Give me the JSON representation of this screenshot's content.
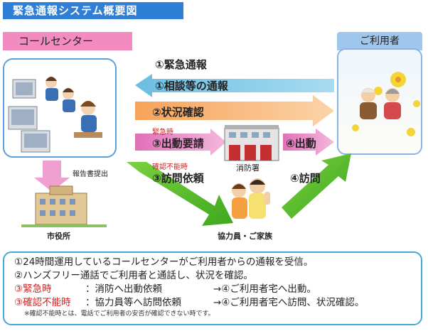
{
  "title": "緊急通報システム概要図",
  "nodes": {
    "call_center": "コールセンター",
    "user": "ご利用者",
    "fire_station": "消防署",
    "city_hall": "市役所",
    "helpers": "協力員・ご家族"
  },
  "arrows": {
    "a1_emergency": "①緊急通報",
    "a1_consult": "①相談等の通報",
    "a2_check": "②状況確認",
    "a3_dispatch": "③出動要請",
    "a3_dispatch_tag": "緊急時",
    "a4_dispatch": "④出動",
    "a3_visit": "③訪問依頼",
    "a3_visit_tag": "確認不能時",
    "a4_visit": "④訪問",
    "report": "報告書提出"
  },
  "steps": {
    "s1": "①24時間運用しているコールセンターがご利用者からの通報を受信。",
    "s2": "②ハンズフリー通話でご利用者と通話し、状況を確認。",
    "s3_tag": "③緊急時",
    "s3_a": "：消防へ出動依頼",
    "s3_b": "→④ご利用者宅へ出動。",
    "s4_tag": "③確認不能時",
    "s4_a": "：協力員等へ訪問依頼",
    "s4_b": "→④ご利用者宅へ訪問、状況確認。",
    "note": "※確認不能時とは、電話でご利用者の安否が確認できない時です。"
  },
  "colors": {
    "title_bg": "#2f7fd6",
    "call_label": "#f28cc0",
    "user_label": "#9fc6ec",
    "arrow_blue": "#7cc4e4",
    "arrow_orange": "#f4b070",
    "arrow_pink": "#e880c0",
    "arrow_green": "#5cbf2a"
  }
}
